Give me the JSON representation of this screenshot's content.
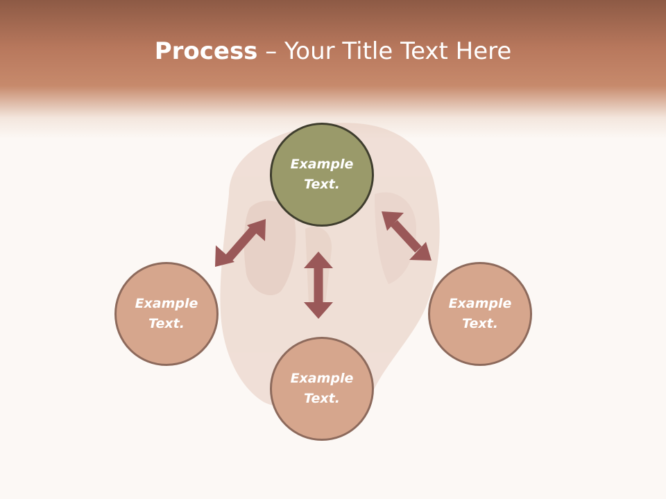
{
  "title": {
    "bold": "Process",
    "rest": " – Your Title Text Here"
  },
  "colors": {
    "header_top": "#8d5a45",
    "header_mid": "#c78a6c",
    "background": "#fcf8f5",
    "center_fill": "#9a9a6a",
    "center_border": "#3f3e2e",
    "outer_fill": "#d6a68d",
    "outer_border": "#8d6a5c",
    "arrow": "#9a5858"
  },
  "diagram": {
    "center": {
      "line1": "Example",
      "line2": "Text."
    },
    "left": {
      "line1": "Example",
      "line2": "Text."
    },
    "bottom": {
      "line1": "Example",
      "line2": "Text."
    },
    "right": {
      "line1": "Example",
      "line2": "Text."
    }
  },
  "background_image": "pointing-hand"
}
